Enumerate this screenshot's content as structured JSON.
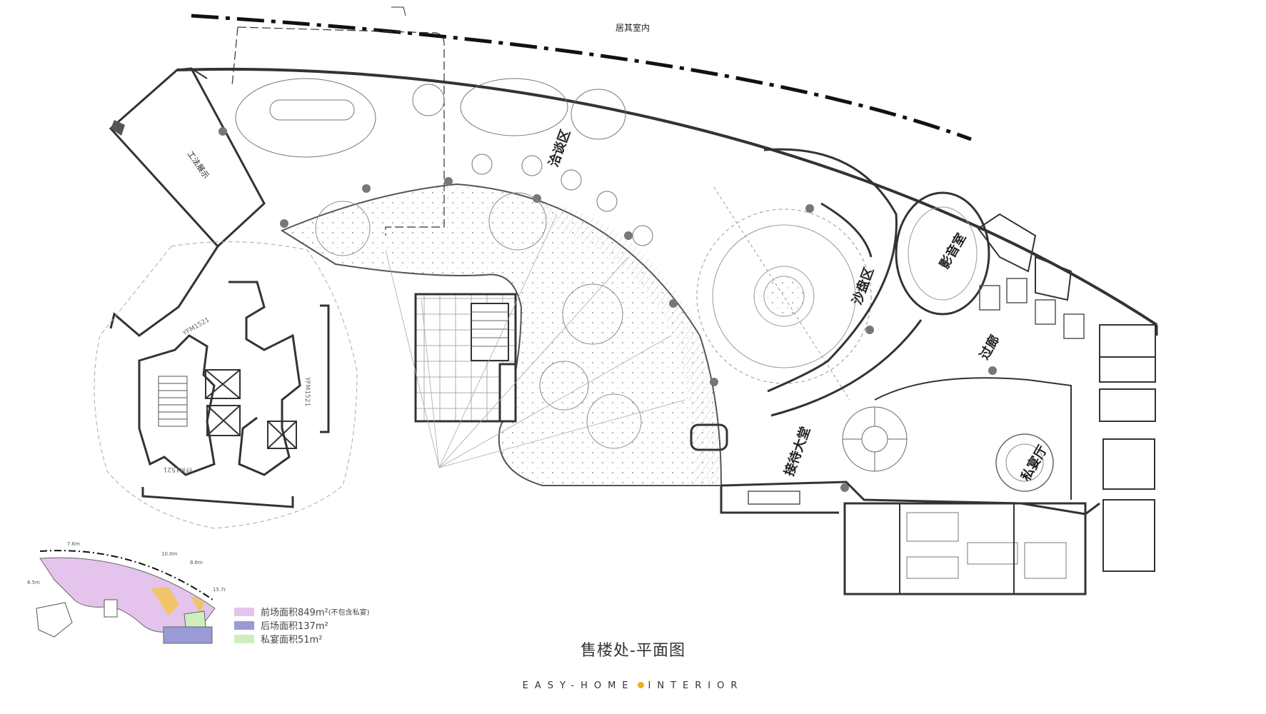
{
  "top_label": "居其室内",
  "zones": {
    "negotiation": "洽谈区",
    "sand_table": "沙盘区",
    "cinema": "影音室",
    "corridor": "过廊",
    "reception_hall": "接待大堂",
    "private_dining": "私宴厅",
    "display": "工法展示"
  },
  "doors": [
    "YFM1521",
    "YFM1521",
    "YFM1521"
  ],
  "legend": [
    {
      "label": "前场面积849m²",
      "note": "(不包含私宴)",
      "color": "#e4c4ec"
    },
    {
      "label": "后场面积137m²",
      "note": "",
      "color": "#9a9ad6"
    },
    {
      "label": "私宴面积51m²",
      "note": "",
      "color": "#cfeebf"
    }
  ],
  "thumb_dims": [
    "7.6m",
    "10.0m",
    "8.6m",
    "15.7m",
    "6.5m"
  ],
  "title": "售楼处-平面图",
  "brand_left": "EASY-HOME",
  "brand_right": "INTERIOR",
  "colors": {
    "accent_dot": "#e6b21f",
    "wall": "#444444",
    "line": "#888888"
  }
}
